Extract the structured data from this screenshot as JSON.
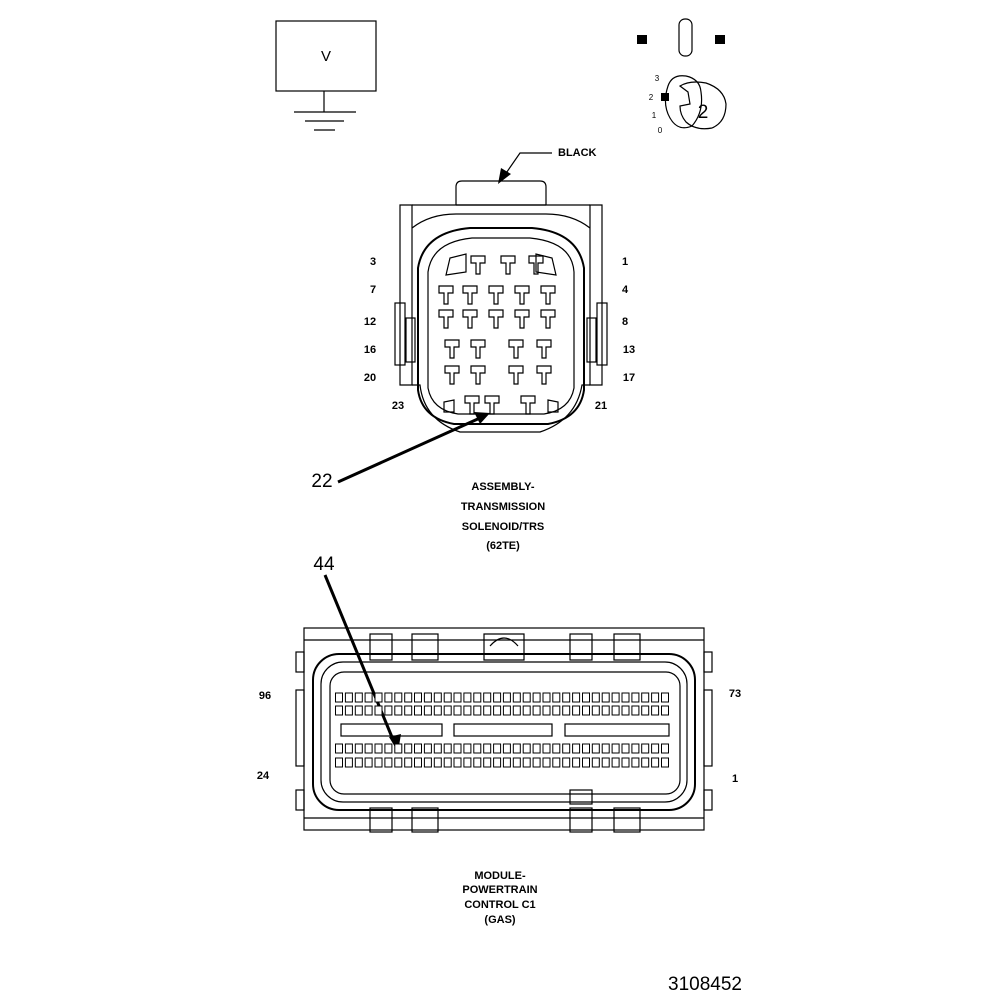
{
  "meter": {
    "symbol": "V"
  },
  "probe": {
    "dial": [
      "3",
      "2",
      "1",
      "0"
    ],
    "selected": "2"
  },
  "connector_c1": {
    "color_label": "BLACK",
    "pins_left": [
      "3",
      "7",
      "12",
      "16",
      "20",
      "23"
    ],
    "pins_right": [
      "1",
      "4",
      "8",
      "13",
      "17",
      "21"
    ],
    "callout": "22",
    "name_lines": [
      "ASSEMBLY-",
      "TRANSMISSION",
      "SOLENOID/TRS",
      "(62TE)"
    ]
  },
  "connector_pcm": {
    "callout": "44",
    "pins_left": [
      "96",
      "24"
    ],
    "pins_right": [
      "73",
      "1"
    ],
    "name_lines": [
      "MODULE-",
      "POWERTRAIN",
      "CONTROL C1",
      "(GAS)"
    ]
  },
  "figure_id": "3108452"
}
